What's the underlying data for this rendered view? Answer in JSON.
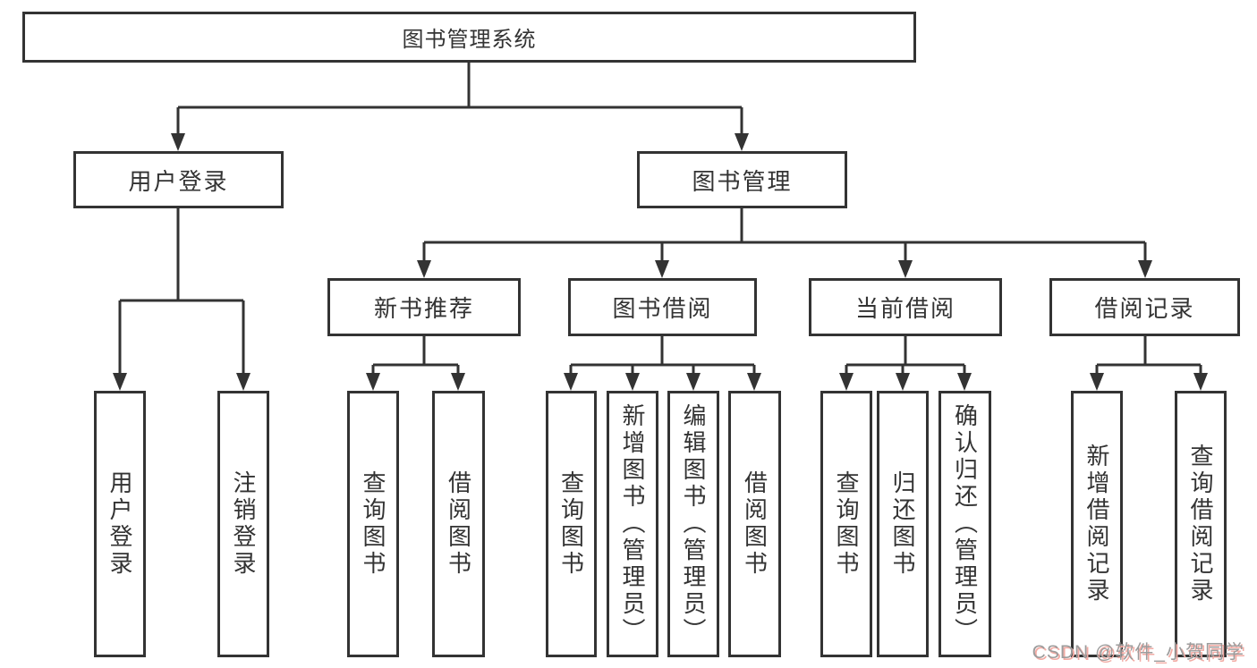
{
  "diagram_type": "functional-architecture-tree",
  "tree": {
    "root": {
      "label": "图书管理系统",
      "children": [
        {
          "label": "用户登录",
          "children": [
            {
              "label": "用户登录"
            },
            {
              "label": "注销登录"
            }
          ]
        },
        {
          "label": "图书管理",
          "children": [
            {
              "label": "新书推荐",
              "children": [
                {
                  "label": "查询图书"
                },
                {
                  "label": "借阅图书"
                }
              ]
            },
            {
              "label": "图书借阅",
              "children": [
                {
                  "label": "查询图书"
                },
                {
                  "label": "新增图书（管理员）"
                },
                {
                  "label": "编辑图书（管理员）"
                },
                {
                  "label": "借阅图书"
                }
              ]
            },
            {
              "label": "当前借阅",
              "children": [
                {
                  "label": "查询图书"
                },
                {
                  "label": "归还图书"
                },
                {
                  "label": "确认归还（管理员）"
                }
              ]
            },
            {
              "label": "借阅记录",
              "children": [
                {
                  "label": "新增借阅记录"
                },
                {
                  "label": "查询借阅记录"
                }
              ]
            }
          ]
        }
      ]
    }
  },
  "watermark": {
    "text": "CSDN @软件_小贺同学"
  },
  "colors": {
    "background": "#ffffff",
    "line": "#333333",
    "box_border": "#333333",
    "text": "#333333",
    "watermark_text": "#9c9c9c",
    "watermark_shadow": "#f2aba4"
  }
}
